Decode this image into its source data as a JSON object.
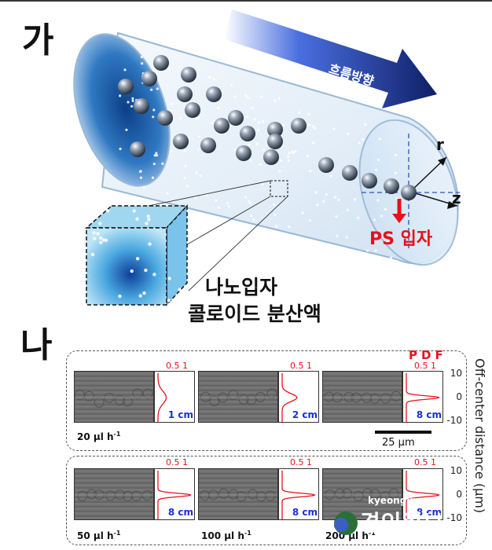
{
  "panel_a": {
    "letter": "가",
    "flow_label": "흐름방향",
    "ps_label": "PS 입자",
    "axis_r": "r",
    "axis_z": "z",
    "colloid_line1": "나노입자",
    "colloid_line2": "콜로이드 분산액"
  },
  "panel_b": {
    "letter": "나",
    "pdf_title": "PDF",
    "pdf_ticks": "0.5   1",
    "y_axis_label": "Off-center distance (μm)",
    "y_ticks": [
      "10",
      "0",
      "-10"
    ],
    "scale_bar": "25 μm",
    "rows": [
      {
        "rate": "20 μl h",
        "rate_exp": "-1",
        "strips": [
          {
            "distance": "1 cm",
            "pdf_peak": 0.25
          },
          {
            "distance": "2 cm",
            "pdf_peak": 0.45
          },
          {
            "distance": "8 cm",
            "pdf_peak": 1.0
          }
        ]
      },
      {
        "rate": "50 μl h",
        "rate_exp": "-1",
        "rate2": "100 μl h",
        "rate2_exp": "-1",
        "rate3": "200 μl h",
        "rate3_exp": "-1",
        "strips": [
          {
            "distance": "8 cm",
            "pdf_peak": 1.0
          },
          {
            "distance": "8 cm",
            "pdf_peak": 1.0
          },
          {
            "distance": "8 cm",
            "pdf_peak": 1.0
          }
        ]
      }
    ]
  },
  "watermark": {
    "site": "kyeongin.com",
    "name": "경인일보"
  },
  "colors": {
    "flow_arrow": "#1c2e8a",
    "ps_red": "#e8101a",
    "distance_blue": "#1a2fd6",
    "tube_blue": "#2a6fb8"
  }
}
